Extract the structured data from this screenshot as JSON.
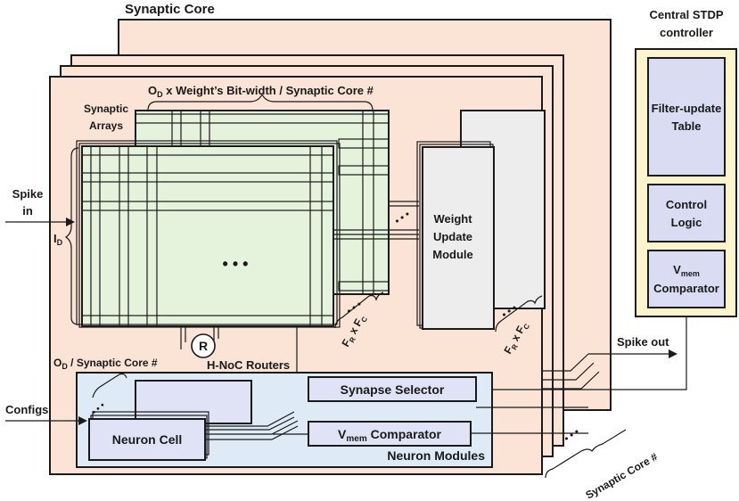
{
  "labels": {
    "synaptic_core": "Synaptic Core",
    "stdp_line1": "Central STDP",
    "stdp_line2": "controller",
    "filter_line1": "Filter-update",
    "filter_line2": "Table",
    "control_line1": "Control",
    "control_line2": "Logic",
    "vmem_main": "V",
    "vmem_sub": "mem",
    "comparator": "Comparator",
    "od_a": "O",
    "od_sub": "D",
    "od_bitwidth_rest": " x Weight’s Bit-width / Synaptic Core #",
    "synaptic_line1": "Synaptic",
    "synaptic_line2": "Arrays",
    "spike_line1": "Spike",
    "spike_line2": "in",
    "id_main": "I",
    "id_sub": "D",
    "ellipsis": "• • •",
    "dots": "• • •",
    "weight_line1": "Weight",
    "weight_line2": "Update",
    "weight_line3": "Module",
    "fr_main": "F",
    "fr_sub": "R",
    "x_sep": " x ",
    "fc_main": "F",
    "fc_sub": "C",
    "router_letter": "R",
    "hnoc": "H-NoC Routers",
    "od_core_rest": " / Synaptic Core #",
    "configs": "Configs",
    "synapse_selector": "Synapse Selector",
    "neuron_cell": "Neuron Cell",
    "vmem_comparator_rest": " Comparator",
    "neuron_modules": "Neuron Modules",
    "spike_out": "Spike out",
    "synaptic_core_count": "Synaptic Core #"
  },
  "colors": {
    "core_fill": "#fbe3d6",
    "array_fill": "#e6f3dc",
    "gray_bar": "#c9c9c9",
    "stdp_panel": "#fdf3cc",
    "stdp_box": "#dadcf4",
    "weight_module": "#ededed",
    "neuron_panel": "#deebf7",
    "neuron_box": "#e0e2f6",
    "col_cream": "#f7f1c6",
    "col_gold": "#f1d77a",
    "col_yellow": "#f3d25a",
    "col_brown": "#7f6000",
    "col_navy": "#1f4e79",
    "col_lightblue": "#b4cce8"
  }
}
